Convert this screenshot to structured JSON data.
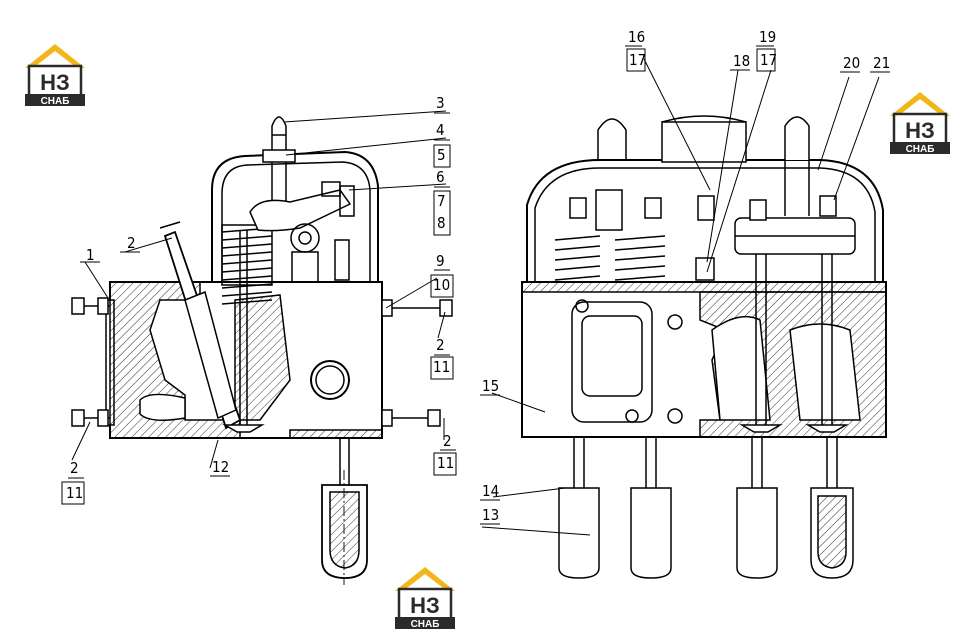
{
  "brand": {
    "logo_big": "НЗ",
    "logo_small": "СНАБ",
    "colors": {
      "roof": "#f2b61a",
      "dark": "#2b2b2b",
      "light": "#ffffff"
    }
  },
  "callouts": {
    "c1": "1",
    "c2a": "2",
    "c2b": "2",
    "c2c": "2",
    "c2d": "2",
    "c3": "3",
    "c4": "4",
    "c5": "5",
    "c6": "6",
    "c7": "7",
    "c8": "8",
    "c9": "9",
    "c10": "10",
    "c11a": "11",
    "c11b": "11",
    "c11c": "11",
    "c12": "12",
    "c13": "13",
    "c14": "14",
    "c15": "15",
    "c16": "16",
    "c17a": "17",
    "c17b": "17",
    "c18": "18",
    "c19": "19",
    "c20": "20",
    "c21": "21"
  }
}
